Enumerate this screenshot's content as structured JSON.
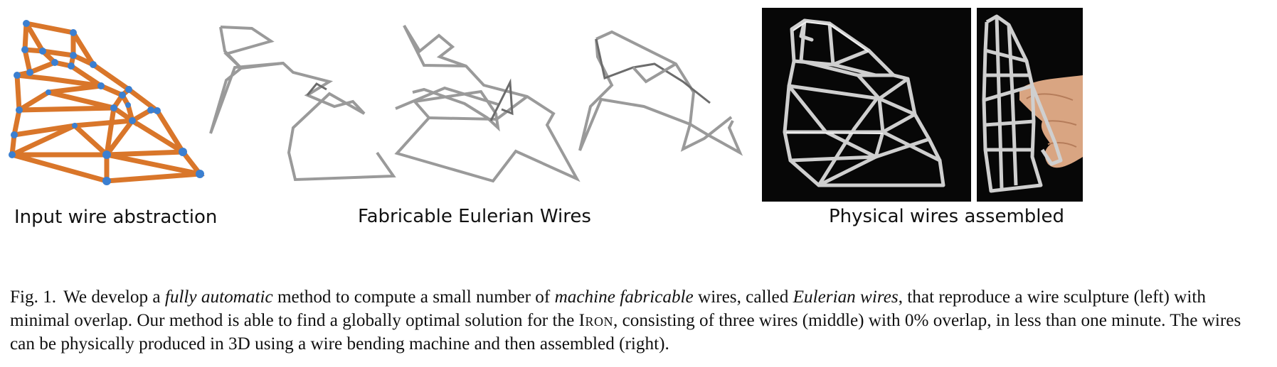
{
  "panels": {
    "left_label": "Input wire abstraction",
    "middle_label": "Fabricable Eulerian Wires",
    "right_label": "Physical wires assembled"
  },
  "caption": {
    "fig_number": "Fig. 1.",
    "t1": "We develop a ",
    "e1": "fully automatic",
    "t2": " method to compute a small number of ",
    "e2": "machine fabricable",
    "t3": " wires, called ",
    "e3": "Eulerian wires",
    "t4": ", that reproduce a wire sculpture (left) with minimal overlap. Our method is able to find a globally optimal solution for the ",
    "model_name": "Iron",
    "t5": ", consisting of three wires (middle) with 0% overlap, in less than one minute. The wires can be physically produced in 3D using a wire bending machine and then assembled (right)."
  },
  "colors": {
    "wire_orange": "#d9762a",
    "joint_blue": "#3b7fd0",
    "metal_wire": "#8e8e8e",
    "photo_bg": "#070707",
    "photo_wire": "#cfcfcf"
  }
}
